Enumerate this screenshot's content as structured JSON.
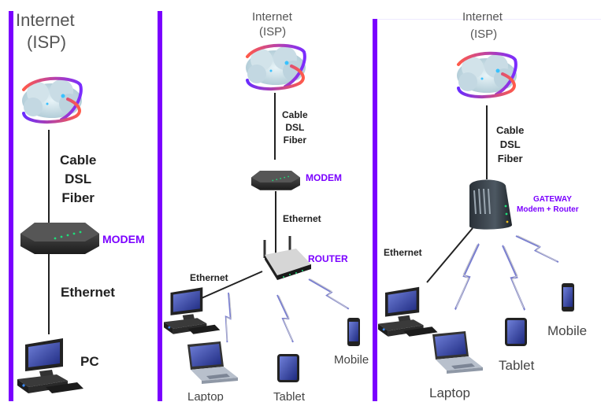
{
  "colors": {
    "accent": "#7a00ff",
    "line": "#222222",
    "wireless": "#7a7fd0"
  },
  "panels": [
    {
      "name": "modem-only",
      "internet_label": "Internet",
      "isp_label": "(ISP)",
      "media": [
        "Cable",
        "DSL",
        "Fiber"
      ],
      "device_label": "MODEM",
      "link_label": "Ethernet",
      "endpoint_label": "PC"
    },
    {
      "name": "modem-and-router",
      "internet_label": "Internet",
      "isp_label": "(ISP)",
      "media": [
        "Cable",
        "DSL",
        "Fiber"
      ],
      "modem_label": "MODEM",
      "modem_link_label": "Ethernet",
      "router_label": "ROUTER",
      "pc_link_label": "Ethernet",
      "clients": [
        "Laptop",
        "Tablet",
        "Mobile"
      ]
    },
    {
      "name": "gateway",
      "internet_label": "Internet",
      "isp_label": "(ISP)",
      "media": [
        "Cable",
        "DSL",
        "Fiber"
      ],
      "gateway_label": "GATEWAY",
      "gateway_sublabel": "Modem + Router",
      "pc_link_label": "Ethernet",
      "clients": [
        "Laptop",
        "Tablet",
        "Mobile"
      ]
    }
  ]
}
